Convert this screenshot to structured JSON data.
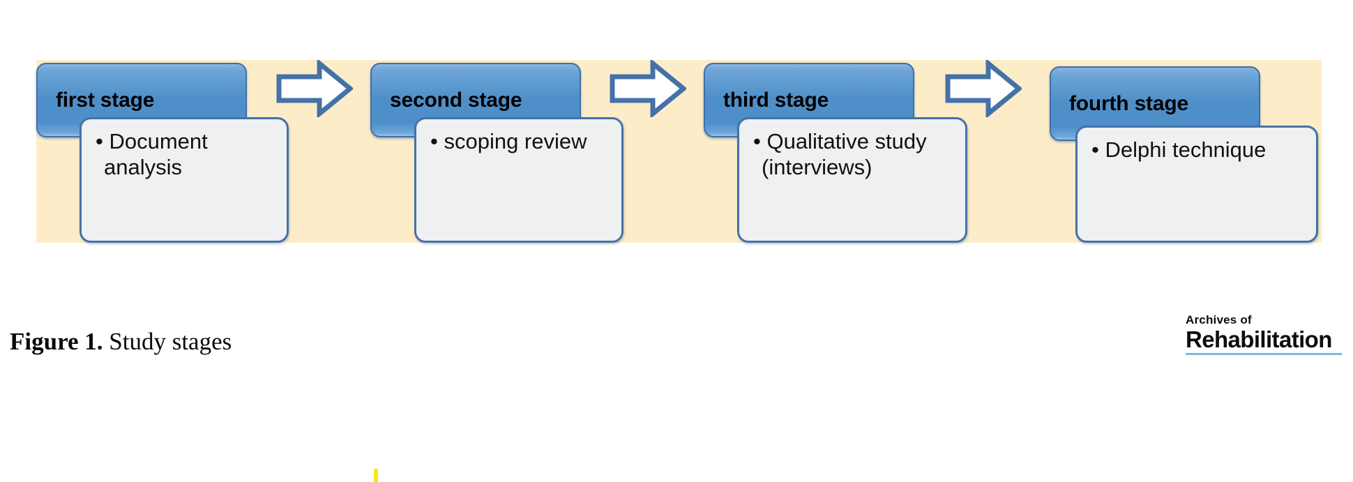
{
  "figure": {
    "band_color": "#fcedc8",
    "header_color": "#4f8fc9",
    "header_border_color": "#3f6fab",
    "body_color": "#eff0f1",
    "body_border_color": "#4472a8",
    "arrow_fill": "#ffffff",
    "arrow_stroke": "#4472a8",
    "stages": [
      {
        "label": "first stage",
        "bullet": "• Document analysis",
        "lines": [
          "• Document",
          "analysis"
        ]
      },
      {
        "label": "second stage",
        "bullet": "• scoping review",
        "lines": [
          "• scoping review"
        ]
      },
      {
        "label": "third stage",
        "bullet": "• Qualitative study (interviews)",
        "lines": [
          "• Qualitative study",
          "(interviews)"
        ]
      },
      {
        "label": "fourth stage",
        "bullet": "• Delphi technique",
        "lines": [
          "• Delphi technique"
        ]
      }
    ],
    "arrows": [
      "arrow-right-1",
      "arrow-right-2",
      "arrow-right-3"
    ]
  },
  "caption": {
    "label": "Figure 1.",
    "text": " Study stages"
  },
  "logo": {
    "top_line": "Archives of",
    "main_line": "Rehabilitation",
    "rule_color": "#7fb9de"
  },
  "stray_mark": {
    "color": "#ffe713"
  }
}
